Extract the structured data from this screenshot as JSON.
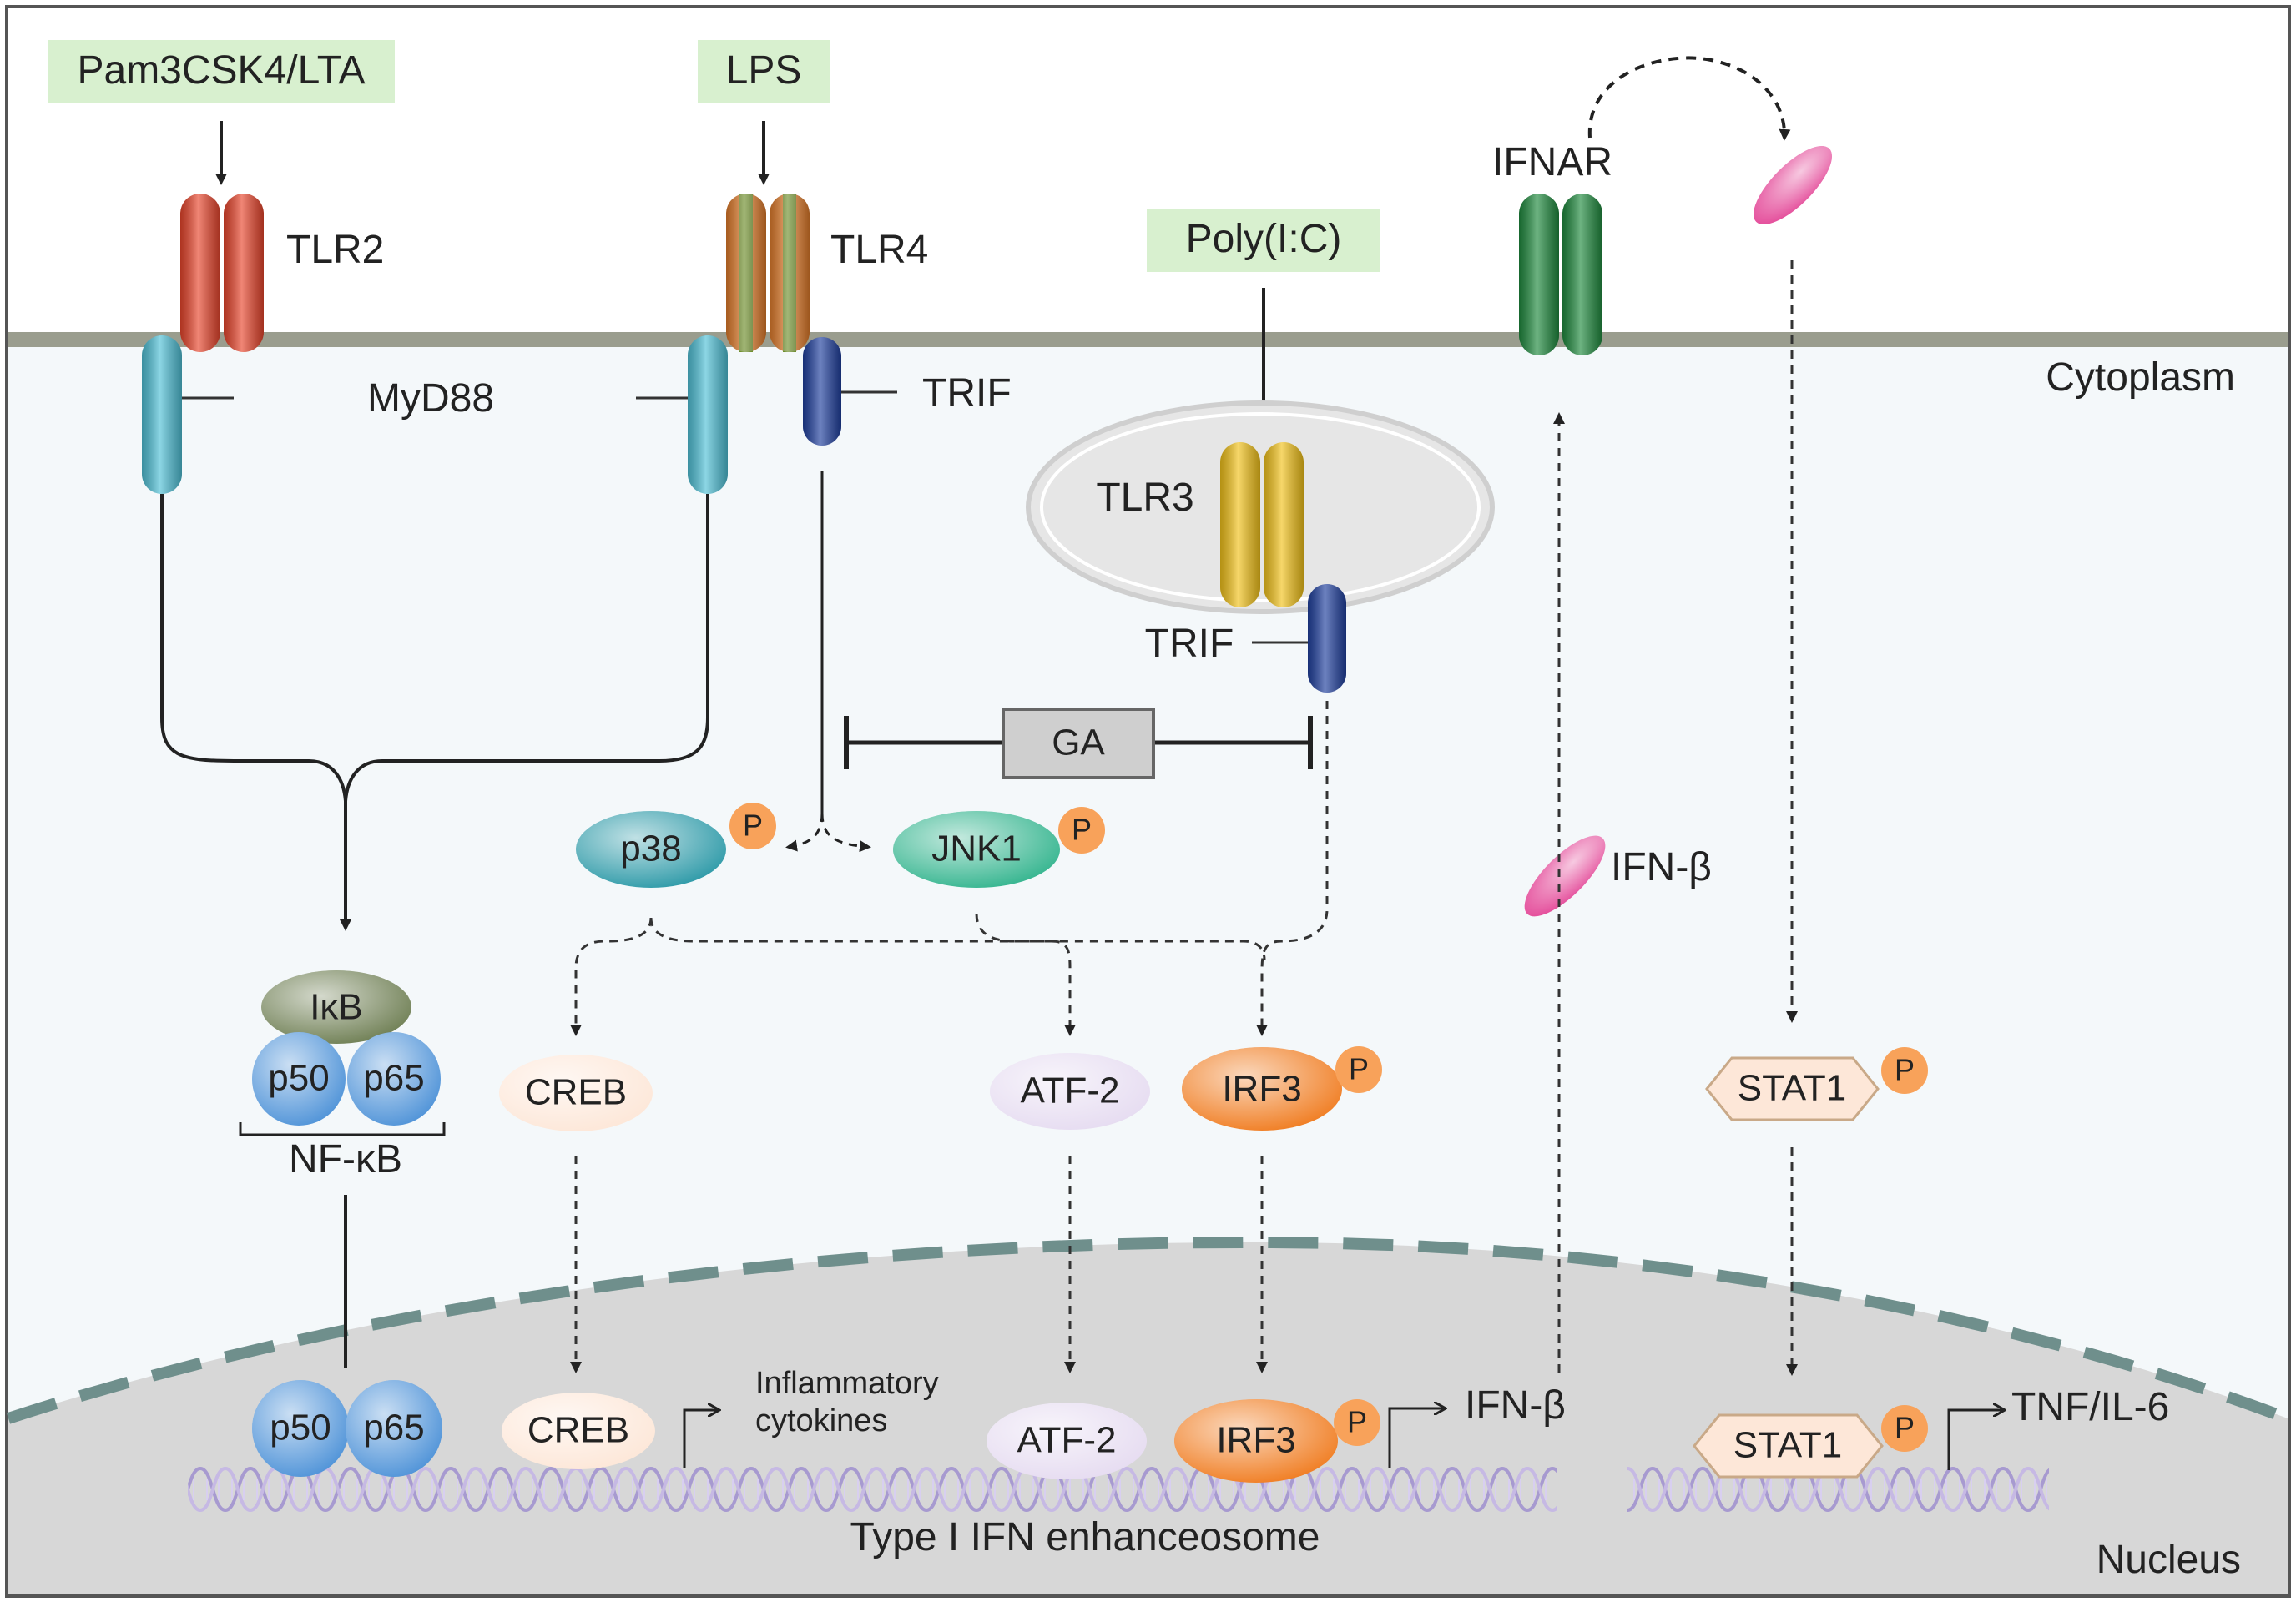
{
  "ligands": {
    "pam3csk4": "Pam3CSK4/LTA",
    "lps": "LPS",
    "polyic": "Poly(I:C)"
  },
  "receptors": {
    "tlr2": "TLR2",
    "tlr4": "TLR4",
    "tlr3": "TLR3",
    "ifnar": "IFNAR"
  },
  "adaptors": {
    "myd88": "MyD88",
    "trif_tlr4": "TRIF",
    "trif_tlr3": "TRIF"
  },
  "compartments": {
    "cytoplasm": "Cytoplasm",
    "nucleus": "Nucleus"
  },
  "inhibitor": "GA",
  "kinases": {
    "p38": "p38",
    "jnk1": "JNK1",
    "phospho": "P"
  },
  "nfkb": {
    "ikb": "IκB",
    "p50": "p50",
    "p65": "p65",
    "label": "NF-κB"
  },
  "transcription_factors": {
    "creb": "CREB",
    "atf2": "ATF-2",
    "irf3": "IRF3",
    "stat1": "STAT1"
  },
  "cytokines": {
    "ifnb": "IFN-β",
    "ifnb_out": "IFN-β",
    "inflammatory": [
      "Inflammatory",
      "cytokines"
    ],
    "tnf_il6": "TNF/IL-6"
  },
  "enhanceosome": "Type I IFN enhanceosome",
  "colors": {
    "tlr2": "#e8452c",
    "tlr4_a": "#e07b2a",
    "tlr4_b": "#6f8f2c",
    "tlr3": "#f2c21a",
    "ifnar": "#1f8a3e",
    "myd88": "#4fc0d6",
    "trif": "#1f3f9e",
    "p38": "#2e9aa8",
    "jnk1": "#35b58f",
    "irf3": "#f07d22",
    "phospho": "#f8a25a",
    "ikb": "#6f7f54",
    "p50p65": "#4f93d8",
    "ifnb": "#e44c9a",
    "ligand_box": "#d8f0cf",
    "membrane": "#9a9d8e",
    "cytoplasm_bg": "#f4f8fa",
    "nucleus_bg": "#d7d7d7"
  }
}
